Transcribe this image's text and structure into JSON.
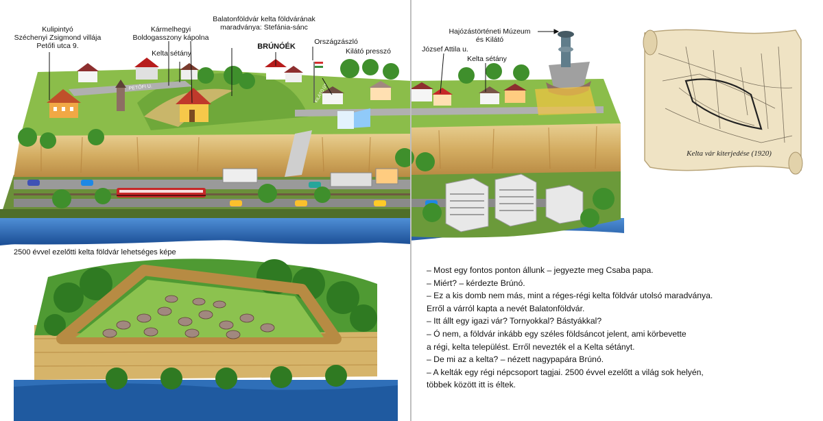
{
  "labels": {
    "kulipintyo": [
      "Kulipintyó",
      "Széchenyi Zsigmond villája",
      "Petőfi utca 9."
    ],
    "karmelhegyi": [
      "Kármelhegyi",
      "Boldogasszony kápolna"
    ],
    "kelta_setany_left": "Kelta sétány",
    "foldvar": [
      "Balatonföldvár kelta földvárának",
      "maradványa: Stefánia-sánc"
    ],
    "brunoek": "BRÚNÓÉK",
    "orszagzaszlo": "Országzászló",
    "kilato_presszo": "Kilátó presszó",
    "jozsef_attila": "József Attila u.",
    "kelta_setany_right": "Kelta sétány",
    "muzeum": [
      "Hajózástörténeti Múzeum",
      "és Kilátó"
    ]
  },
  "street_signs": {
    "petofi": "PETŐFI U.",
    "kilato_ut": "KILÁTÓ ÚT"
  },
  "caption_reconstruction": "2500  évvel ezelőtti kelta földvár lehetséges képe",
  "map_caption": "Kelta vár kiterjedése (1920)",
  "dialogue": [
    "– Most egy fontos ponton állunk – jegyezte meg Csaba papa.",
    "– Miért? – kérdezte Brúnó.",
    "– Ez a kis domb nem más, mint a réges-régi kelta földvár utolsó maradványa.",
    "Erről a várról kapta a nevét Balatonföldvár.",
    "– Itt állt egy igazi vár? Tornyokkal? Bástyákkal?",
    "– Ó nem, a földvár inkább egy széles földsáncot jelent, ami körbevette",
    "a régi, kelta települést. Erről nevezték el a Kelta sétányt.",
    "– De mi az a kelta? – nézett nagypapára Brúnó.",
    "– A kelták egy régi népcsoport tagjai. 2500 évvel ezelőtt a világ sok helyén,",
    "többek között itt is éltek."
  ],
  "colors": {
    "water": "#2f6fb8",
    "grass": "#7cb342",
    "cliff": "#d9b873",
    "road": "#8e8e8e"
  }
}
